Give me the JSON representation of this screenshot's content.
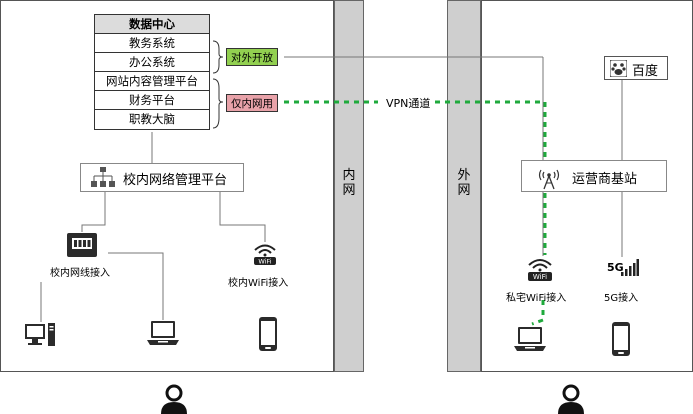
{
  "data_center": {
    "title": "数据中心",
    "systems": [
      "教务系统",
      "办公系统",
      "网站内容管理平台",
      "财务平台",
      "职教大脑"
    ]
  },
  "tags": {
    "external": "对外开放",
    "internal": "仅内网用"
  },
  "campus_platform": "校内网络管理平台",
  "walls": {
    "intranet": "内网",
    "extranet": "外网"
  },
  "vpn_label": "VPN通道",
  "baidu": {
    "label": "百度"
  },
  "carrier_station": "运营商基站",
  "access": {
    "wired": "校内网线接入",
    "campus_wifi": "校内WiFi接入",
    "home_wifi": "私宅WiFi接入",
    "five_g": "5G接入",
    "five_g_badge": "5G"
  },
  "wifi_icon_text": "WiFi",
  "colors": {
    "external_tag": "#92d050",
    "internal_tag": "#e8a2a9",
    "vpn_line": "#1faa3c",
    "wall": "#cfcfcf"
  }
}
